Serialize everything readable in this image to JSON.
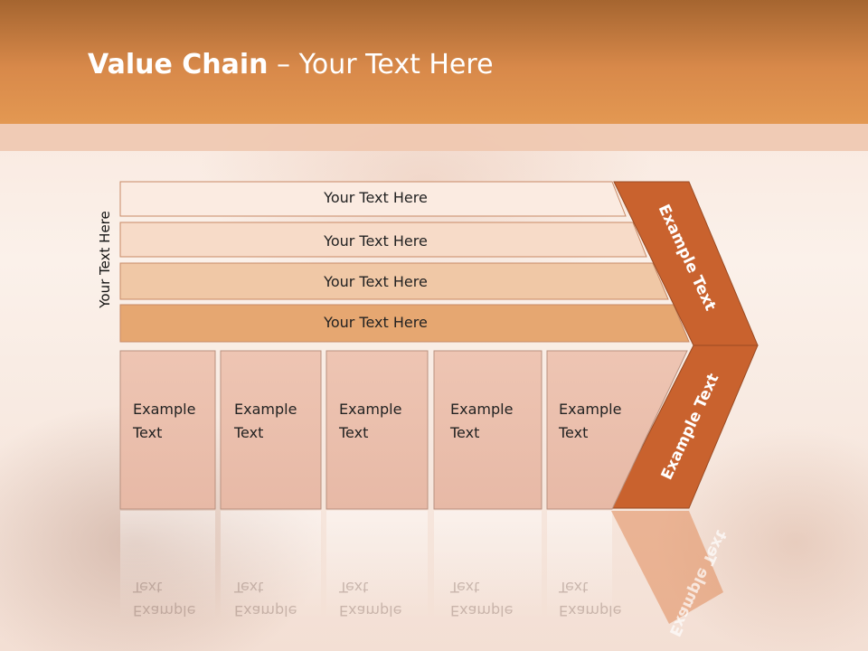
{
  "title": {
    "bold": "Value Chain",
    "rest": " – Your Text Here"
  },
  "side_label": "Your Text Here",
  "rows": [
    {
      "label": "Your Text Here"
    },
    {
      "label": "Your Text Here"
    },
    {
      "label": "Your Text Here"
    },
    {
      "label": "Your Text Here"
    }
  ],
  "cards": [
    {
      "line1": "Example",
      "line2": "Text"
    },
    {
      "line1": "Example",
      "line2": "Text"
    },
    {
      "line1": "Example",
      "line2": "Text"
    },
    {
      "line1": "Example",
      "line2": "Text"
    },
    {
      "line1": "Example",
      "line2": "Text"
    }
  ],
  "arrow": {
    "upper": "Example Text",
    "lower": "Example Text"
  },
  "colors": {
    "header": "#d8894a",
    "arrow": "#c9622e",
    "row1": "#fbebe1",
    "row2": "#f7dbc8",
    "row3": "#f0c8a6",
    "row4": "#e6a771",
    "card": "#ecc1b0"
  }
}
